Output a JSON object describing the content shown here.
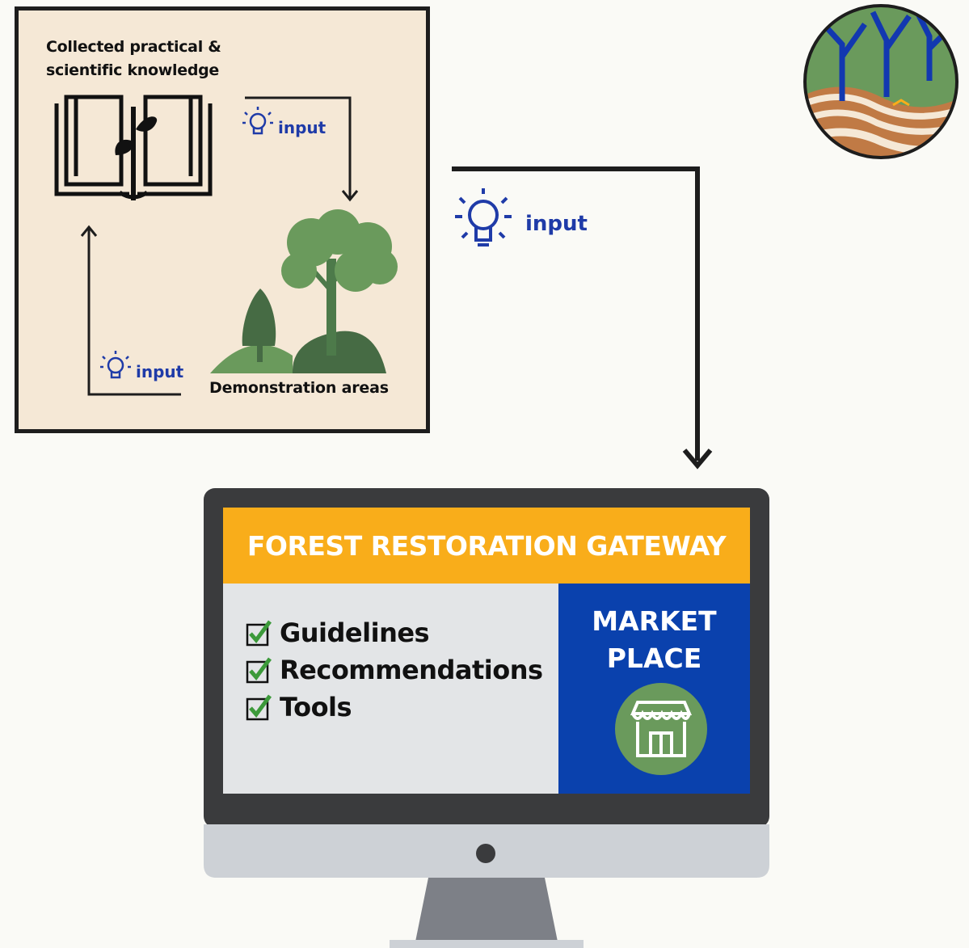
{
  "knowledge": {
    "title_line1": "Collected practical &",
    "title_line2": "scientific knowledge",
    "demo_label": "Demonstration areas"
  },
  "flows": {
    "input_label": "input"
  },
  "gateway": {
    "title": "FOREST RESTORATION GATEWAY",
    "checklist": [
      "Guidelines",
      "Recommendations",
      "Tools"
    ],
    "market_line1": "MARKET",
    "market_line2": "PLACE"
  },
  "colors": {
    "box_bg": "#f5e8d6",
    "accent_orange": "#f9ad1a",
    "market_blue": "#0a41ad",
    "input_blue": "#1f3ba8",
    "tree_green": "#6a9a5c",
    "check_green": "#3c9a3a"
  },
  "icons": {
    "book": "open-book-with-sprout-icon",
    "bulb": "lightbulb-icon",
    "trees": "demonstration-trees-icon",
    "store": "storefront-icon",
    "logo": "forest-landscape-logo",
    "check": "checkbox-checked-icon"
  }
}
